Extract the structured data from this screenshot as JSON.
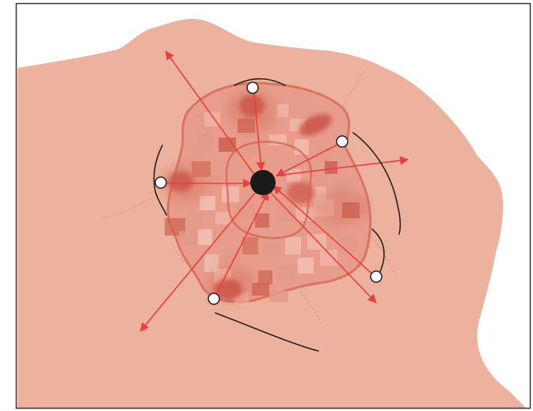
{
  "colors": {
    "background": "#ffffff",
    "frame": "#333333",
    "land": "#ecb29d",
    "land_edge": "#f0b8a3",
    "outer_region_fill": "#e58b7b",
    "outer_region_stroke": "#d97460",
    "inner_region_stroke": "#d2634f",
    "hotspot": "#c44a3e",
    "patch_light": "#f2c2b4",
    "patch_mid": "#e39a89",
    "patch_dark": "#cc5f4f",
    "arrow": "#e8413c",
    "dotted_trail": "#c98676",
    "boundary_curve": "#2a2020",
    "center_node": "#1a1a1a",
    "outer_node_fill": "#ffffff",
    "outer_node_stroke": "#2a2020"
  },
  "icons": {
    "center_node": "filled-black-circle",
    "outer_nodes": "hollow-white-circle",
    "arrows": "double-headed-red-arrow"
  }
}
